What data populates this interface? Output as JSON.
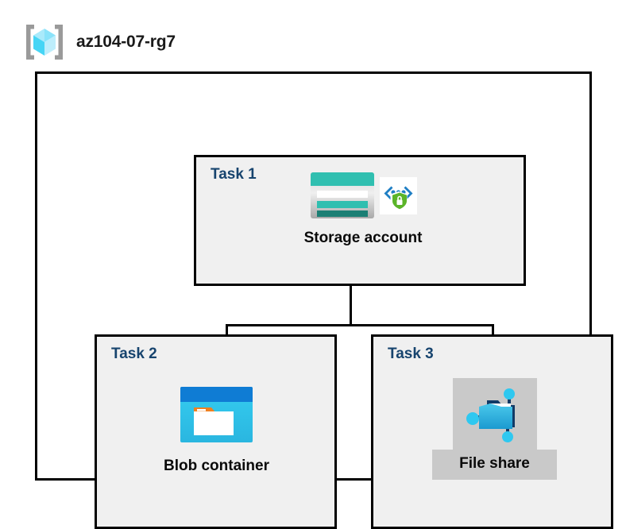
{
  "resource_group": {
    "name": "az104-07-rg7",
    "icon": "resource-group-cube-icon"
  },
  "diagram": {
    "type": "hierarchy",
    "panels": [
      {
        "id": "task1",
        "label": "Task 1",
        "node": {
          "caption": "Storage account",
          "icon": "storage-account-icon",
          "badge_icon": "storage-security-shield-lock-icon",
          "highlighted": false
        }
      },
      {
        "id": "task2",
        "label": "Task 2",
        "node": {
          "caption": "Blob container",
          "icon": "blob-container-icon",
          "highlighted": false
        }
      },
      {
        "id": "task3",
        "label": "Task 3",
        "node": {
          "caption": "File share",
          "icon": "file-share-folder-icon",
          "highlighted": true
        }
      }
    ],
    "connections": [
      {
        "from": "task1",
        "to": "task2"
      },
      {
        "from": "task1",
        "to": "task3"
      }
    ]
  },
  "colors": {
    "task_label": "#17446e",
    "panel_fill": "#f0f0f0",
    "container_fill": "#ffffff",
    "border": "#000000",
    "selection_highlight": "#c9c9c9",
    "storage_teal": "#30bfb0",
    "storage_teal_dark": "#1b7f74",
    "blob_blue": "#0f7cd4",
    "blob_cyan": "#32c8ec",
    "blob_orange": "#f08020",
    "shield_green": "#5bb429",
    "share_node_cyan": "#2ec8f0",
    "cube_cyan": "#46d5f5",
    "bracket_gray": "#9a9a9a"
  }
}
